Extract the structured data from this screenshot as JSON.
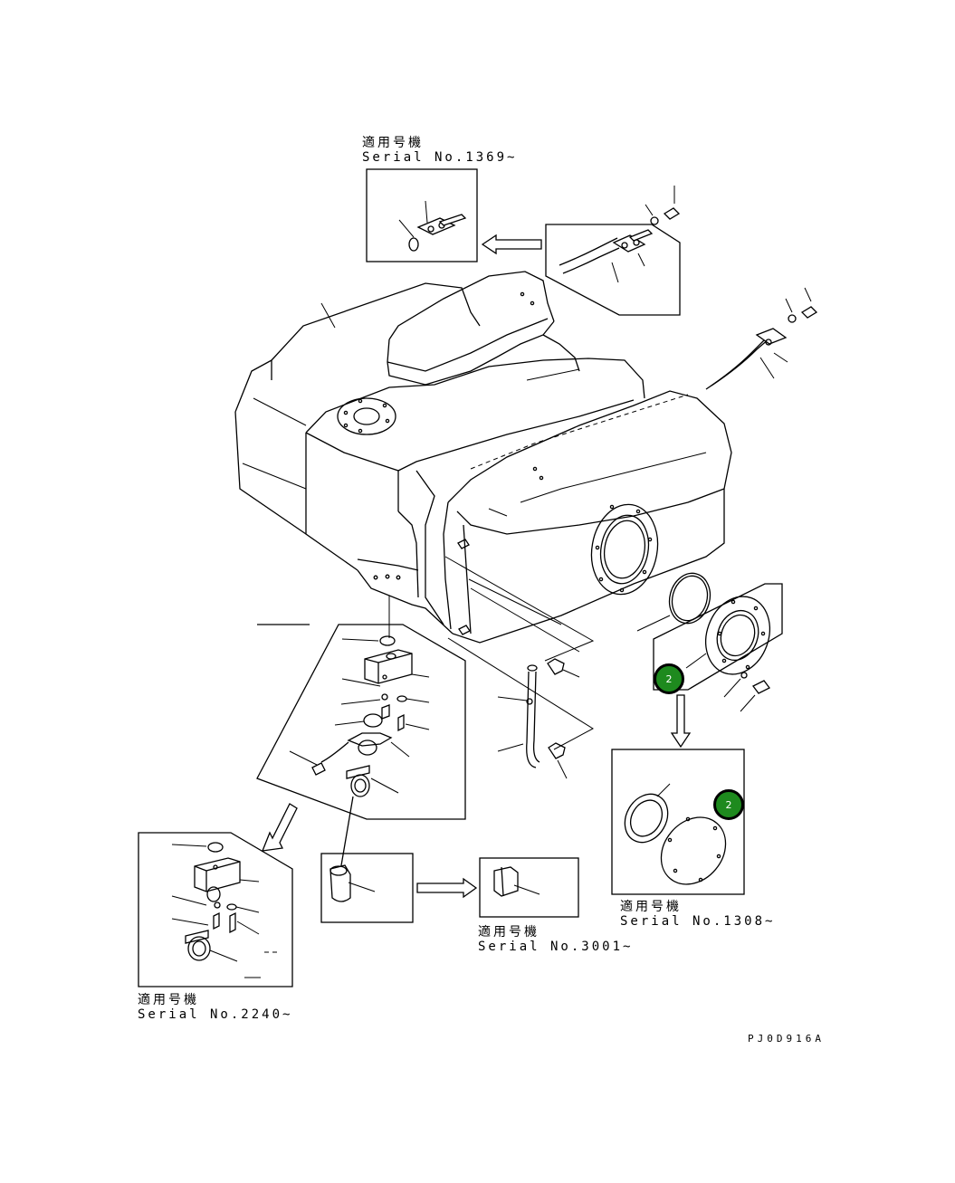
{
  "callouts": [
    {
      "line1": "適用号機",
      "line2": "Serial No.1369~"
    },
    {
      "line1": "適用号機",
      "line2": "Serial No.1308~"
    },
    {
      "line1": "適用号機",
      "line2": "Serial No.3001~"
    },
    {
      "line1": "適用号機",
      "line2": "Serial No.2240~"
    }
  ],
  "markers": [
    {
      "label": "2",
      "color": "#1e8a1e"
    },
    {
      "label": "2",
      "color": "#1e8a1e"
    }
  ],
  "drawing_code": "PJ0D916A"
}
